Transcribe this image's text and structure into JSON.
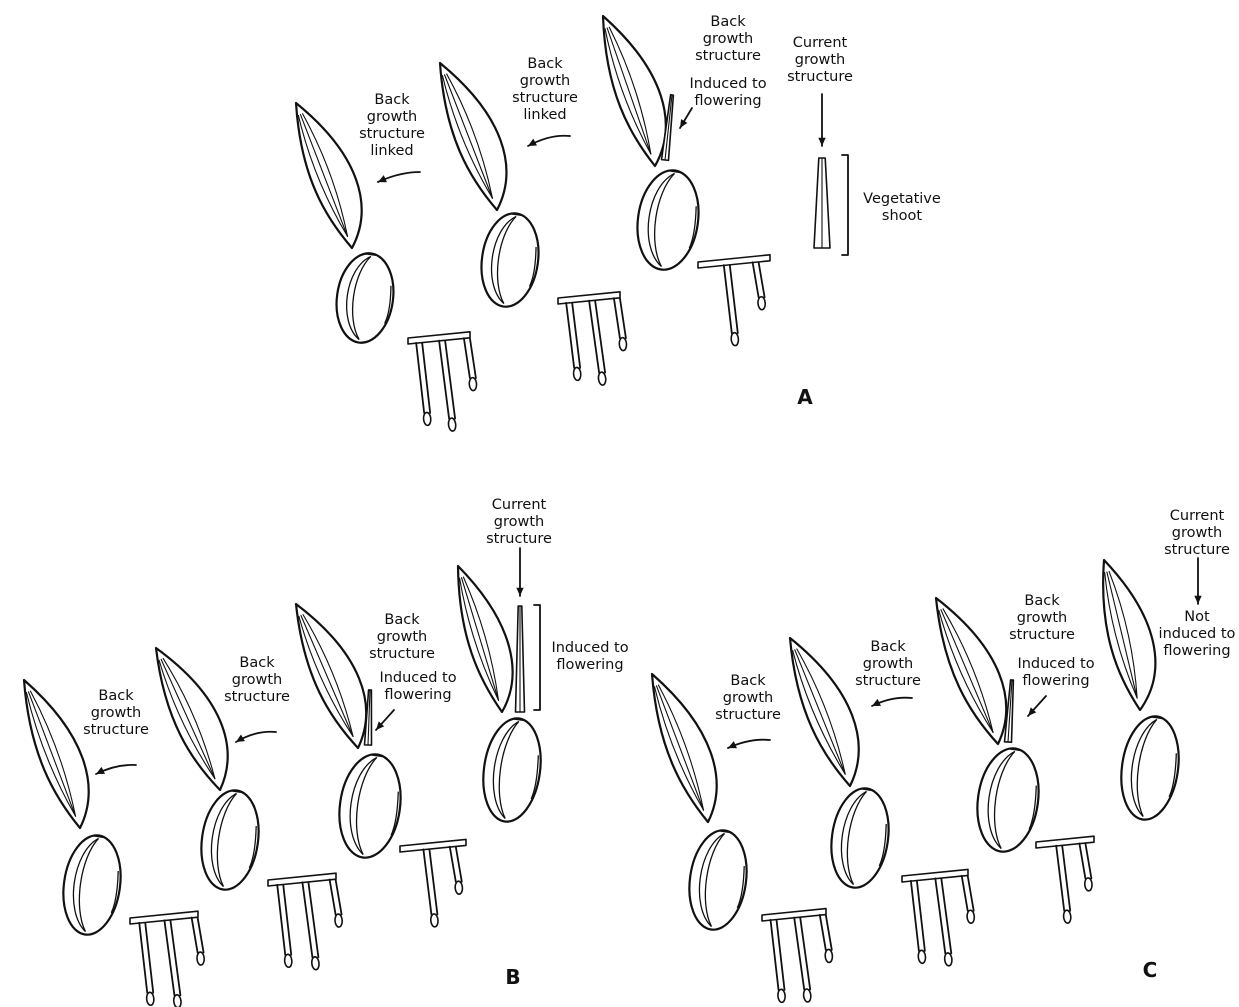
{
  "panels": {
    "a": {
      "letter": "A",
      "labels": {
        "back_linked_1": [
          "Back",
          "growth",
          "structure",
          "linked"
        ],
        "back_linked_2": [
          "Back",
          "growth",
          "structure",
          "linked"
        ],
        "back_top": [
          "Back",
          "growth",
          "structure"
        ],
        "induced": [
          "Induced to",
          "flowering"
        ],
        "current": [
          "Current",
          "growth",
          "structure"
        ],
        "vegetative": [
          "Vegetative",
          "shoot"
        ]
      }
    },
    "b": {
      "letter": "B",
      "labels": {
        "back_1": [
          "Back",
          "growth",
          "structure"
        ],
        "back_2": [
          "Back",
          "growth",
          "structure"
        ],
        "back_3": [
          "Back",
          "growth",
          "structure"
        ],
        "induced_small": [
          "Induced to",
          "flowering"
        ],
        "current": [
          "Current",
          "growth",
          "structure"
        ],
        "induced_bracket": [
          "Induced to",
          "flowering"
        ]
      }
    },
    "c": {
      "letter": "C",
      "labels": {
        "back_1": [
          "Back",
          "growth",
          "structure"
        ],
        "back_2": [
          "Back",
          "growth",
          "structure"
        ],
        "back_3": [
          "Back",
          "growth",
          "structure"
        ],
        "induced": [
          "Induced to",
          "flowering"
        ],
        "current": [
          "Current",
          "growth",
          "structure"
        ],
        "not_induced": [
          "Not",
          "induced to",
          "flowering"
        ]
      }
    }
  }
}
